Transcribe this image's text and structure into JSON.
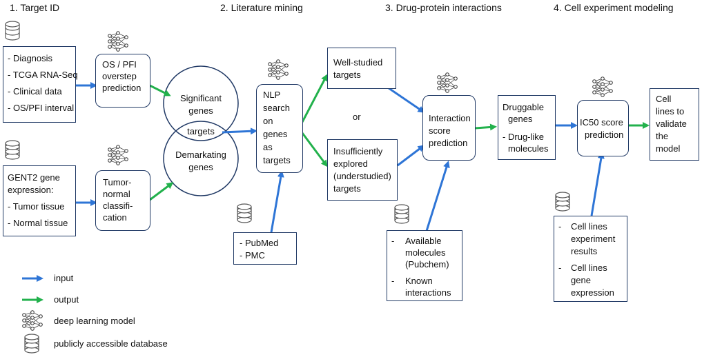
{
  "sections": {
    "s1": "1. Target ID",
    "s2": "2. Literature mining",
    "s3": "3. Drug-protein interactions",
    "s4": "4. Cell experiment modeling"
  },
  "boxes": {
    "clinical_inputs": [
      "- Diagnosis",
      "- TCGA RNA-Seq",
      "- Clinical data",
      "- OS/PFI interval"
    ],
    "os_pfi": [
      "OS / PFI",
      "overstep",
      "prediction"
    ],
    "gent2": [
      "GENT2 gene",
      "expression:",
      "- Tumor tissue",
      "- Normal tissue"
    ],
    "tumor_normal": [
      "Tumor-",
      "normal",
      "classifi-",
      "cation"
    ],
    "significant": [
      "Significant",
      "genes"
    ],
    "targets_overlap": "targets",
    "demarkating": [
      "Demarkating",
      "genes"
    ],
    "nlp": [
      "NLP",
      "search",
      "on",
      "genes",
      "as",
      "targets"
    ],
    "pubmed": [
      "-   PubMed",
      "-   PMC"
    ],
    "well_studied": [
      "Well-studied",
      "targets"
    ],
    "or": "or",
    "insufficiently": [
      "Insufficiently",
      "explored",
      "(understudied)",
      "targets"
    ],
    "interaction": [
      "Interaction",
      "score",
      "prediction"
    ],
    "available": [
      "Available",
      "molecules",
      "(Pubchem)"
    ],
    "known": [
      "Known",
      "interactions"
    ],
    "druggable": [
      "Druggable",
      "genes"
    ],
    "drug_like": [
      "Drug-like",
      "molecules"
    ],
    "ic50": [
      "IC50 score",
      "prediction"
    ],
    "cell_validate": [
      "Cell",
      "lines to",
      "validate",
      "the",
      "model"
    ],
    "cell_results": [
      "Cell lines",
      "experiment",
      "results"
    ],
    "cell_expr": [
      "Cell lines",
      "gene",
      "expression"
    ],
    "dash": "-"
  },
  "legend": {
    "input": "input",
    "output": "output",
    "deep": "deep learning model",
    "db": "publicly accessible database"
  },
  "colors": {
    "input_arrow": "#2e75d6",
    "output_arrow": "#22b14c",
    "box_border": "#1f3864"
  }
}
